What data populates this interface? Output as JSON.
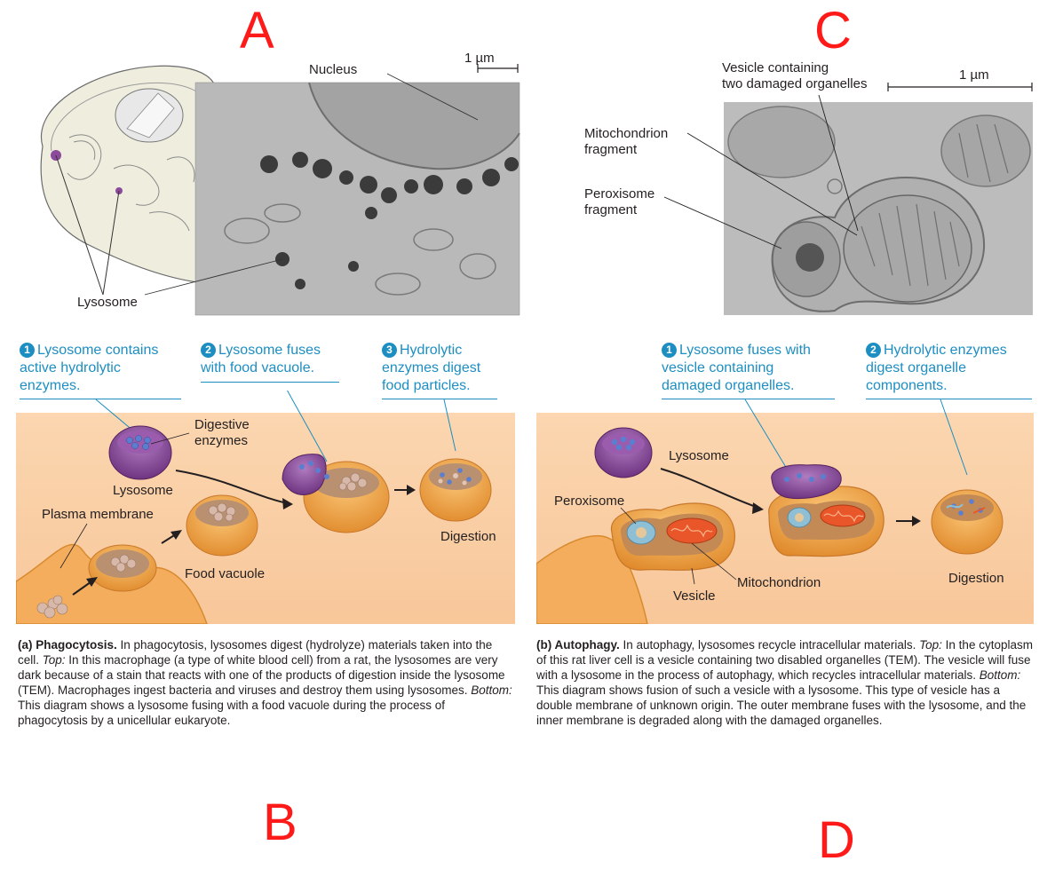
{
  "letters": {
    "a": "A",
    "b": "B",
    "c": "C",
    "d": "D"
  },
  "phagocytosis": {
    "micrograph": {
      "scale_bar": "1 µm",
      "nucleus_label": "Nucleus",
      "lysosome_label": "Lysosome"
    },
    "steps": [
      {
        "num": "1",
        "text_line1": "Lysosome contains",
        "text_line2": "active hydrolytic",
        "text_line3": "enzymes."
      },
      {
        "num": "2",
        "text_line1": "Lysosome fuses",
        "text_line2": "with food vacuole."
      },
      {
        "num": "3",
        "text_line1": "Hydrolytic",
        "text_line2": "enzymes digest",
        "text_line3": "food particles."
      }
    ],
    "diagram_labels": {
      "digestive_enzymes_1": "Digestive",
      "digestive_enzymes_2": "enzymes",
      "lysosome": "Lysosome",
      "plasma_membrane": "Plasma membrane",
      "food_vacuole": "Food vacuole",
      "digestion": "Digestion"
    },
    "caption": {
      "title": "(a) Phagocytosis.",
      "body": " In phagocytosis, lysosomes digest (hydrolyze) materials taken into the cell. ",
      "top_label": "Top:",
      "top_text": " In this macrophage (a type of white blood cell) from a rat, the lysosomes are very dark because of a stain that reacts with one of the products of digestion inside the lysosome (TEM). Macrophages ingest bacteria and viruses and destroy them using lysosomes. ",
      "bottom_label": "Bottom:",
      "bottom_text": " This diagram shows a lysosome fusing with a food vacuole during the process of phagocytosis by a unicellular eukaryote."
    }
  },
  "autophagy": {
    "micrograph": {
      "scale_bar": "1 µm",
      "vesicle_label_1": "Vesicle containing",
      "vesicle_label_2": "two damaged organelles",
      "mito_label_1": "Mitochondrion",
      "mito_label_2": "fragment",
      "perox_label_1": "Peroxisome",
      "perox_label_2": "fragment"
    },
    "steps": [
      {
        "num": "1",
        "text_line1": "Lysosome fuses with",
        "text_line2": "vesicle containing",
        "text_line3": "damaged organelles."
      },
      {
        "num": "2",
        "text_line1": "Hydrolytic enzymes",
        "text_line2": "digest organelle",
        "text_line3": "components."
      }
    ],
    "diagram_labels": {
      "lysosome": "Lysosome",
      "peroxisome": "Peroxisome",
      "vesicle": "Vesicle",
      "mitochondrion": "Mitochondrion",
      "digestion": "Digestion"
    },
    "caption": {
      "title": "(b) Autophagy.",
      "body": " In autophagy, lysosomes recycle intracellular materials. ",
      "top_label": "Top:",
      "top_text": " In the cytoplasm of this rat liver cell is a vesicle containing two disabled organelles (TEM). The vesicle will fuse with a lysosome in the process of autophagy, which recycles intracellular materials. ",
      "bottom_label": "Bottom:",
      "bottom_text": " This diagram shows fusion of such a vesicle with a lysosome. This type of vesicle has a double membrane of unknown origin. The outer membrane fuses with the lysosome, and the inner membrane is degraded along with the damaged organelles."
    }
  },
  "colors": {
    "accent_blue": "#1d8ec1",
    "letter_red": "#ff1a1a",
    "lysosome_purple": "#7b3f8c",
    "vacuole_orange": "#f0a24a",
    "panel_peach": "#f9cfa6"
  }
}
